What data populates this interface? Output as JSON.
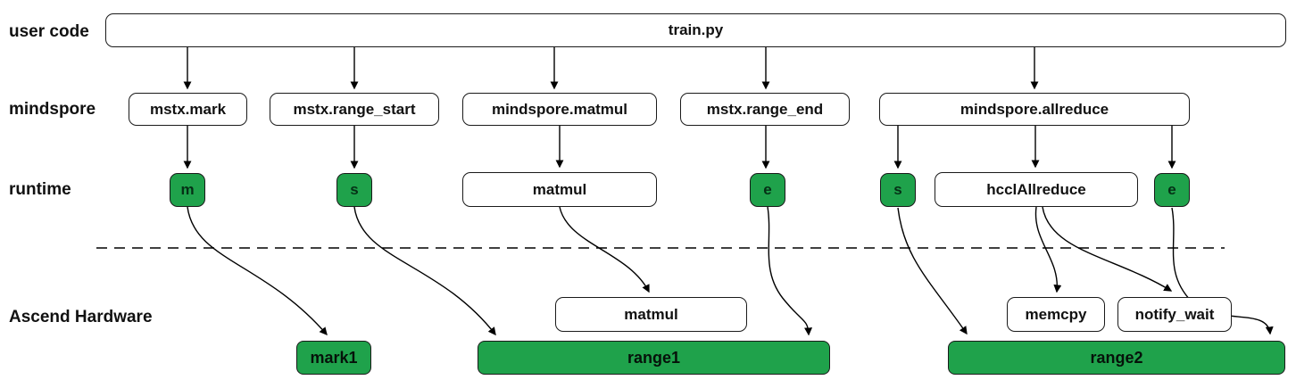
{
  "labels": {
    "user_code": "user code",
    "mindspore": "mindspore",
    "runtime": "runtime",
    "hardware": "Ascend Hardware"
  },
  "nodes": {
    "train_py": "train.py",
    "mstx_mark": "mstx.mark",
    "mstx_range_start": "mstx.range_start",
    "mindspore_matmul": "mindspore.matmul",
    "mstx_range_end": "mstx.range_end",
    "mindspore_allreduce": "mindspore.allreduce",
    "rt_m": "m",
    "rt_s1": "s",
    "rt_matmul": "matmul",
    "rt_e1": "e",
    "rt_s2": "s",
    "rt_hccl": "hcclAllreduce",
    "rt_e2": "e",
    "hw_matmul": "matmul",
    "hw_memcpy": "memcpy",
    "hw_notify_wait": "notify_wait",
    "hw_mark1": "mark1",
    "hw_range1": "range1",
    "hw_range2": "range2"
  },
  "colors": {
    "marker_green": "#1fa24b",
    "line": "#000000",
    "background": "#ffffff"
  }
}
